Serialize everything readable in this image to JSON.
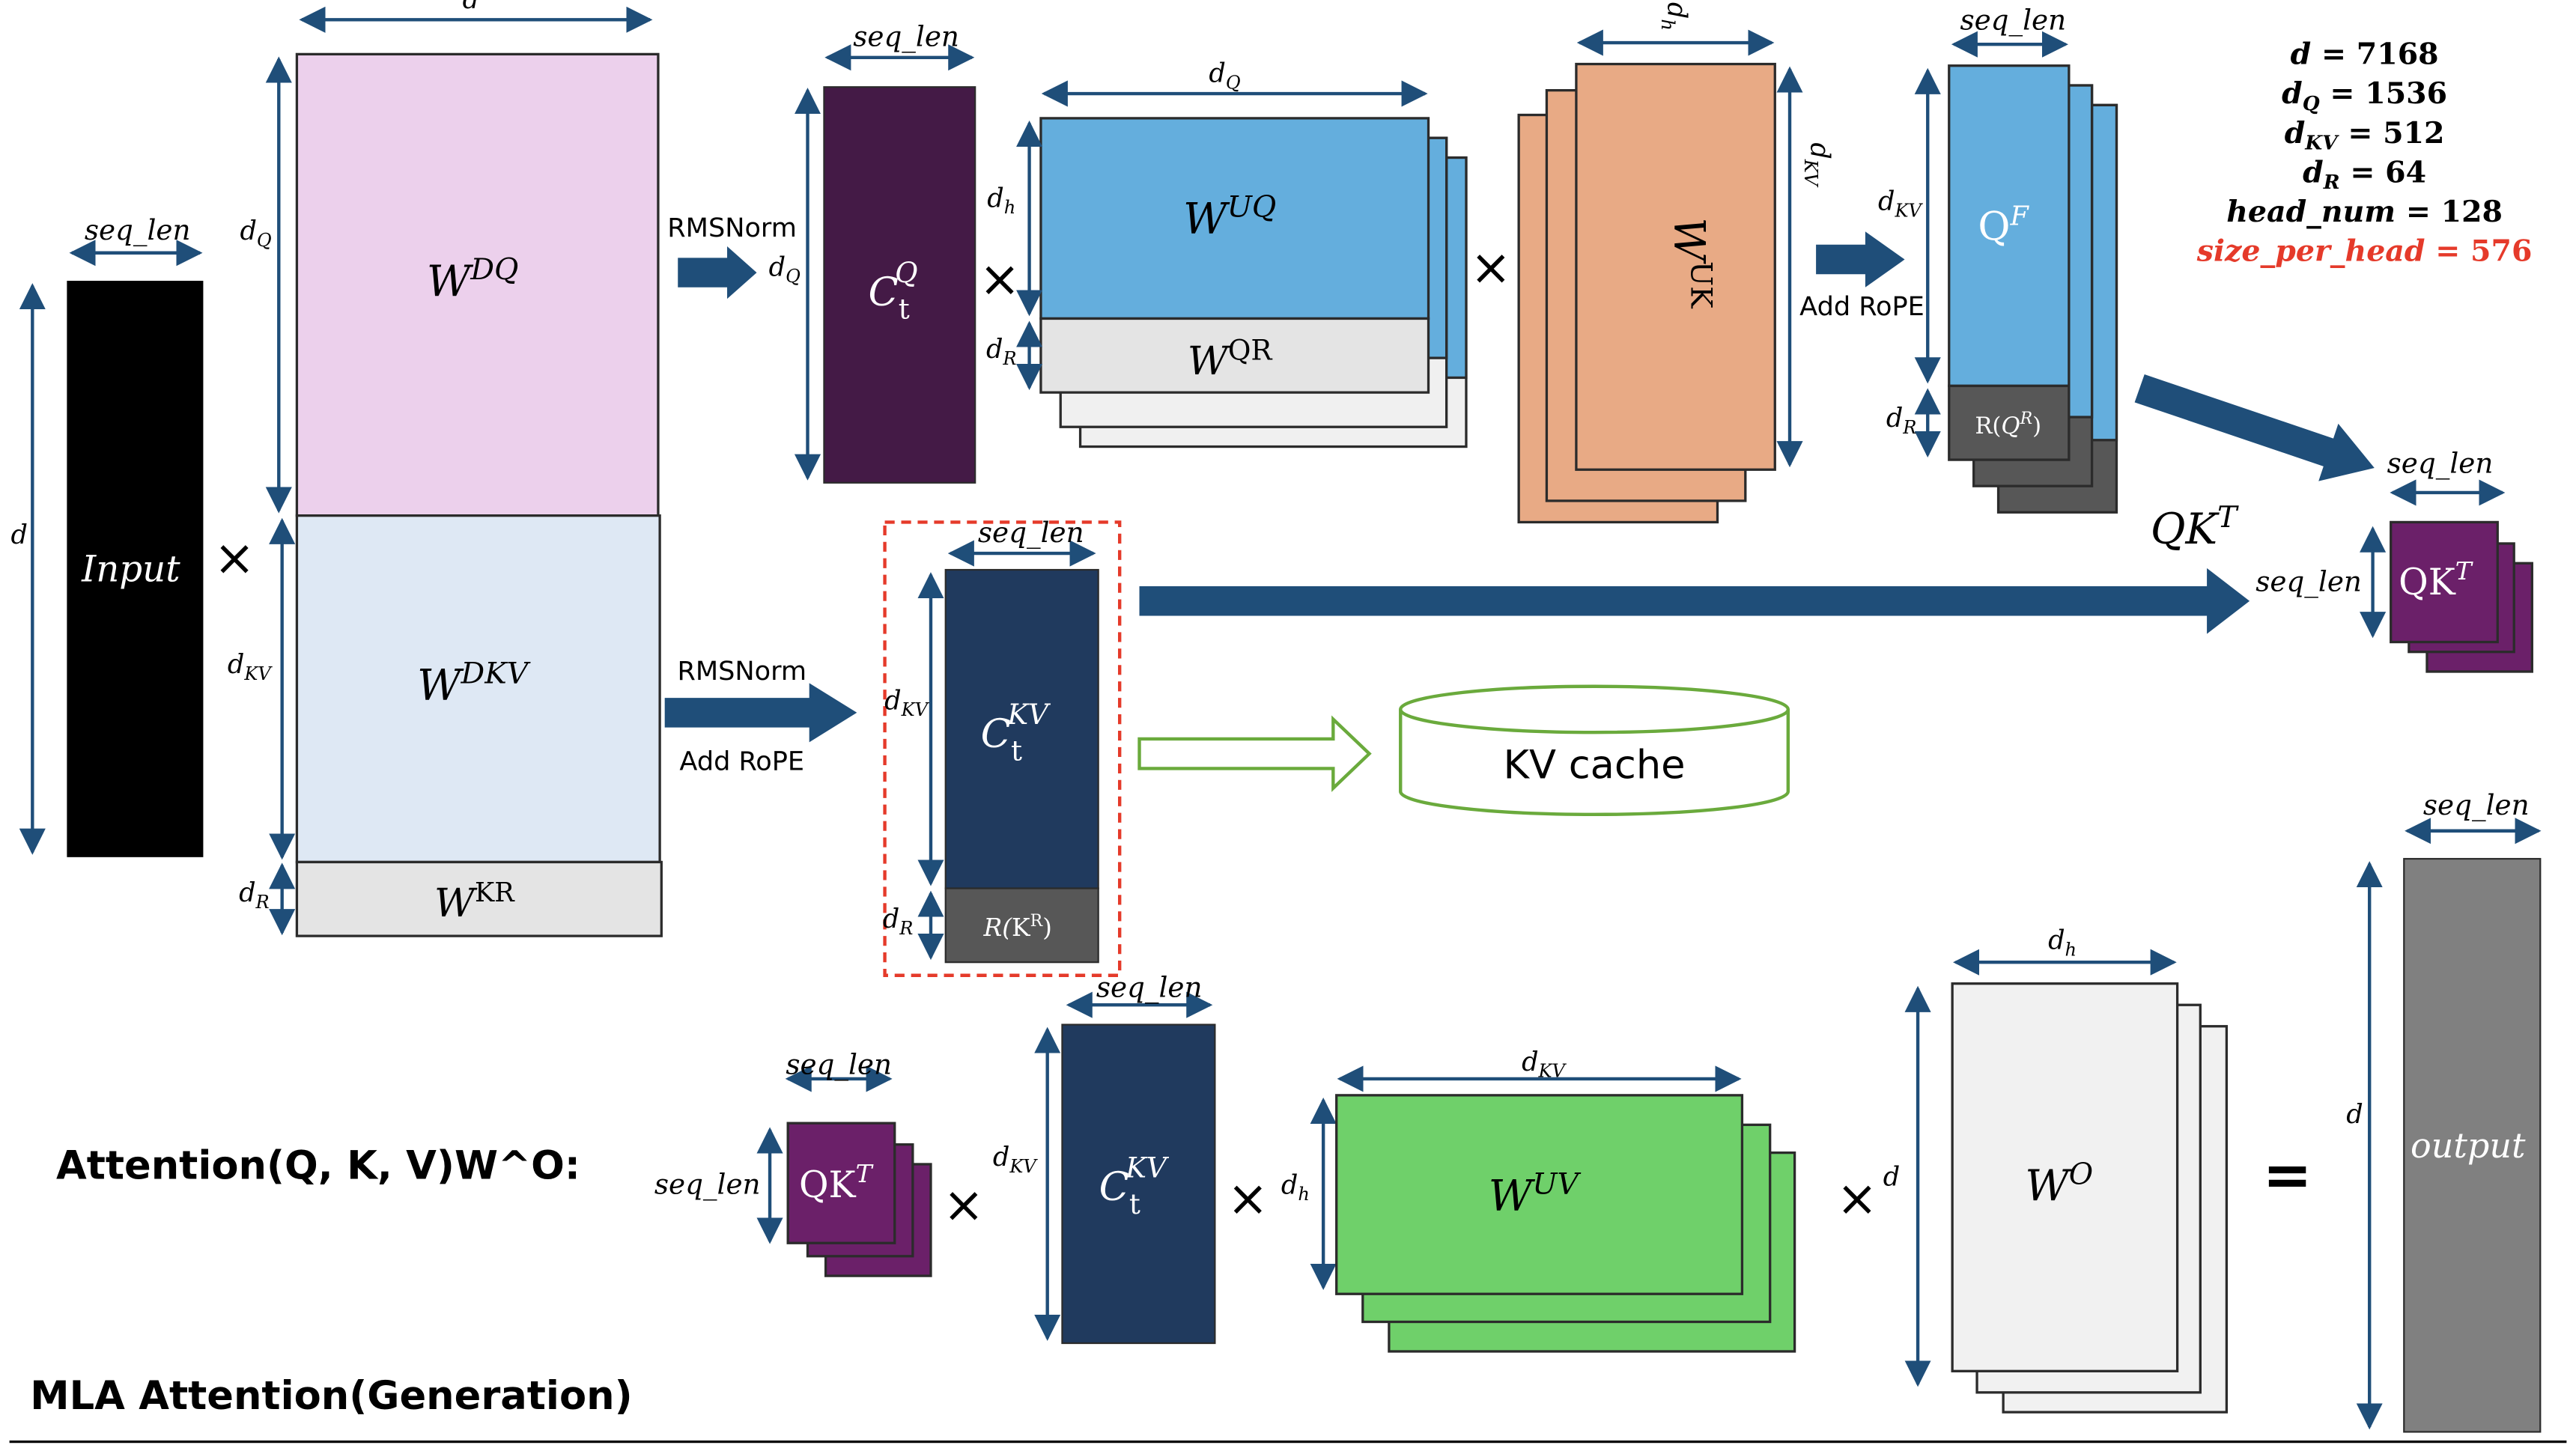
{
  "title": "MLA Attention(Generation)",
  "formula_label": "Attention(Q, K, V)W^O:",
  "ops": {
    "times": "×",
    "equals": "="
  },
  "labels": {
    "seq_len": "seq_len",
    "d": "d",
    "d_q_base": "d",
    "d_q_sub": "Q",
    "d_kv_base": "d",
    "d_kv_sub": "KV",
    "d_r_base": "d",
    "d_r_sub": "R",
    "d_h_base": "d",
    "d_h_sub": "h",
    "rmsnorm": "RMSNorm",
    "add_rope": "Add RoPE",
    "kv_cache": "KV cache"
  },
  "blocks": {
    "input": "Input",
    "output": "output",
    "w_dq": {
      "base": "W",
      "sup": "DQ"
    },
    "w_dkv": {
      "base": "W",
      "sup": "DKV"
    },
    "w_kr": {
      "base": "W",
      "sup": "KR"
    },
    "c_q": {
      "base": "C",
      "sub": "t",
      "sup": "Q"
    },
    "w_uq": {
      "base": "W",
      "sup": "UQ"
    },
    "w_qr": {
      "base": "W",
      "sup": "QR"
    },
    "w_uk": {
      "base": "W",
      "sup": "UK"
    },
    "q_f": {
      "base": "Q",
      "sup": "F"
    },
    "r_qr": {
      "pre": "R(",
      "base": "Q",
      "sup": "R",
      "post": ")"
    },
    "c_kv": {
      "base": "C",
      "sub": "t",
      "sup": "KV"
    },
    "r_kr": {
      "pre": "R(",
      "base": "K",
      "sup": "R",
      "post": ")"
    },
    "qkt": {
      "base": "QK",
      "sup": "T"
    },
    "w_uv": {
      "base": "W",
      "sup": "UV"
    },
    "w_o": {
      "base": "W",
      "sup": "O"
    }
  },
  "params": [
    {
      "lhs_base": "d",
      "lhs_sub": "",
      "rhs": " = 7168"
    },
    {
      "lhs_base": "d",
      "lhs_sub": "Q",
      "rhs": " = 1536"
    },
    {
      "lhs_base": "d",
      "lhs_sub": "KV",
      "rhs": " = 512"
    },
    {
      "lhs_base": "d",
      "lhs_sub": "R",
      "rhs": " = 64"
    },
    {
      "lhs_base": "head_num",
      "lhs_sub": "",
      "rhs": " = 128"
    },
    {
      "lhs_base": "size_per_head",
      "lhs_sub": "",
      "rhs": " = 576"
    }
  ],
  "colors": {
    "pink": "#ecd0ec",
    "light_blue": "#dee8f4",
    "light_gray": "#e4e4e4",
    "dark_purple": "#441a46",
    "sky_blue": "#64aedd",
    "salmon": "#e8aa85",
    "navy": "#203a5e",
    "dark_gray": "#575757",
    "purple": "#6b2069",
    "green": "#6fd06a",
    "very_light_gray": "#f1f1f1",
    "gray": "#808080",
    "arrow": "#1f4e79",
    "cache_green": "#6aaa3c",
    "red": "#e53a2a"
  }
}
